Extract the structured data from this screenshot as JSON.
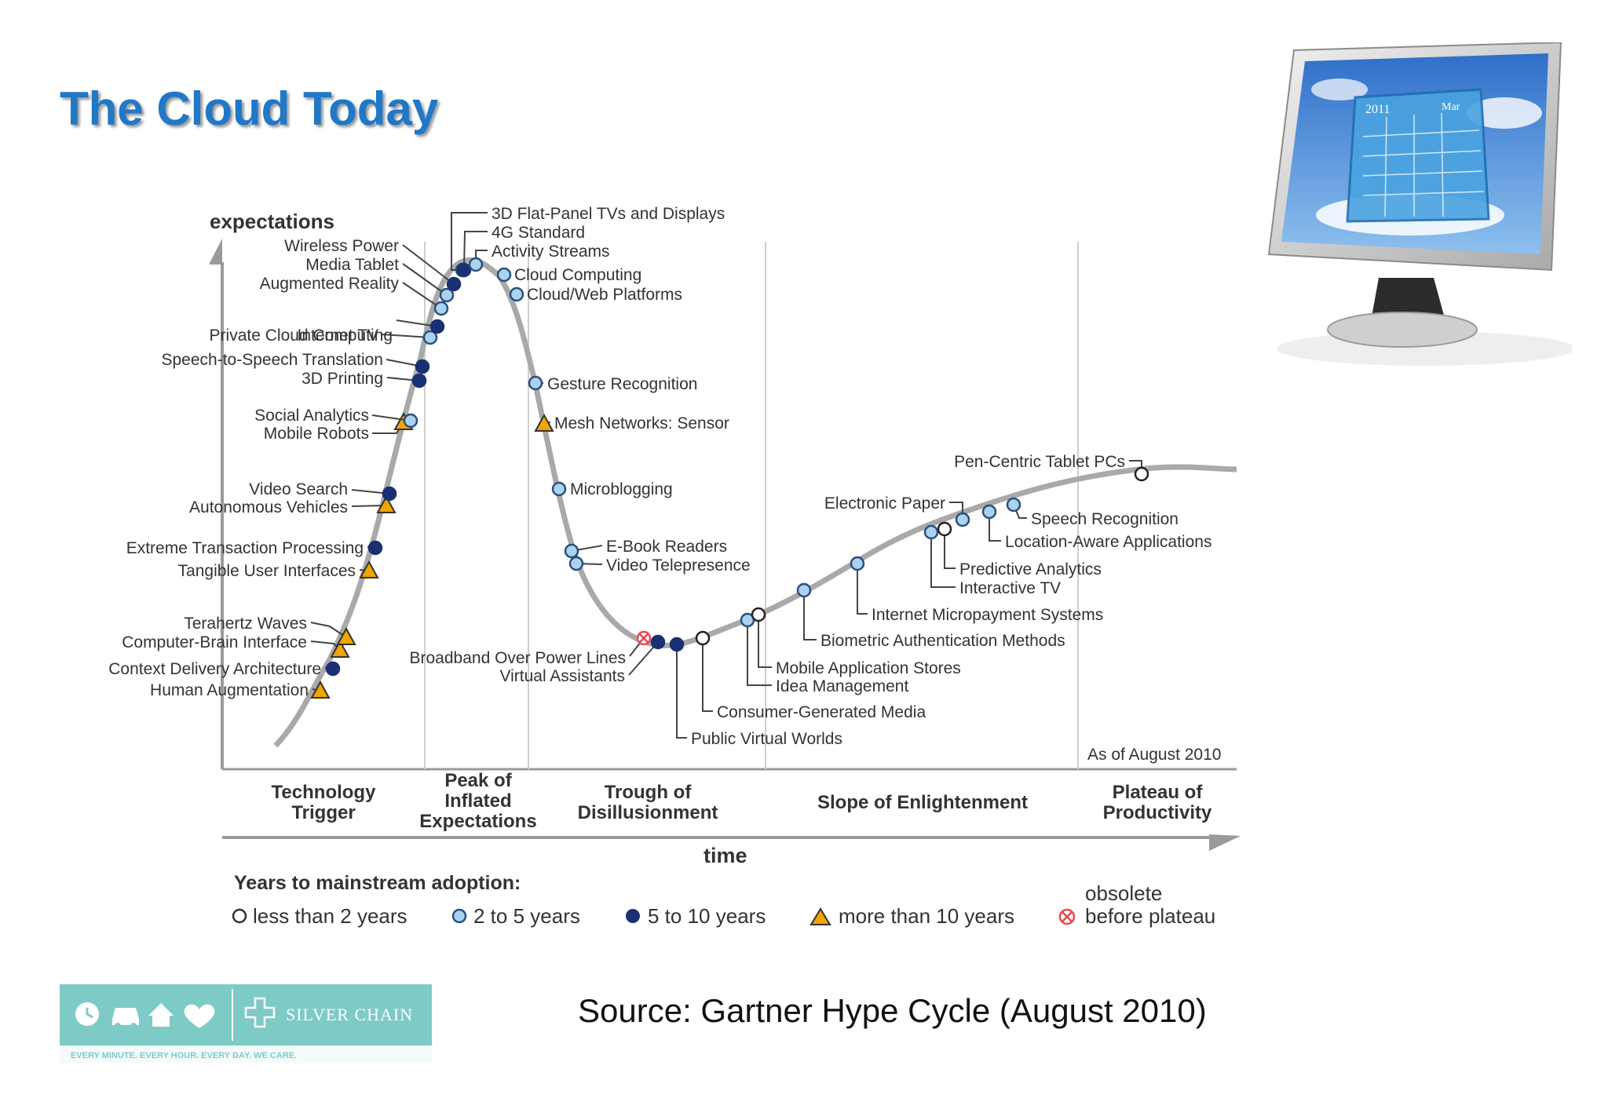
{
  "slide": {
    "title": "The Cloud Today",
    "source": "Source: Gartner Hype Cycle (August 2010)"
  },
  "colors": {
    "title": "#1f78c8",
    "curve": "#a9a9a9",
    "less_than_2": "#ffffff",
    "two_to_five": "#a9d3ee",
    "five_to_ten": "#1b2f73",
    "more_than_10": "#f2a500",
    "obsolete": "#e8474f",
    "logo_bg": "#7ecac6"
  },
  "diagram": {
    "y_axis_label": "expectations",
    "x_axis_label": "time",
    "as_of": "As of August 2010",
    "phases": [
      {
        "line1": "Technology",
        "line2": "Trigger",
        "line3": ""
      },
      {
        "line1": "Peak of",
        "line2": "Inflated",
        "line3": "Expectations"
      },
      {
        "line1": "Trough of",
        "line2": "Disillusionment",
        "line3": ""
      },
      {
        "line1": "Slope of Enlightenment",
        "line2": "",
        "line3": ""
      },
      {
        "line1": "Plateau of",
        "line2": "Productivity",
        "line3": ""
      }
    ],
    "legend": {
      "title": "Years to mainstream adoption:",
      "less_than_2": "less than 2 years",
      "two_to_five": "2 to 5 years",
      "five_to_ten": "5 to 10 years",
      "more_than_10": "more than 10 years",
      "obsolete_line1": "obsolete",
      "obsolete_line2": "before plateau"
    },
    "technologies": [
      {
        "name": "Human Augmentation",
        "category": "more_than_10"
      },
      {
        "name": "Context Delivery Architecture",
        "category": "five_to_ten"
      },
      {
        "name": "Computer-Brain Interface",
        "category": "more_than_10"
      },
      {
        "name": "Terahertz Waves",
        "category": "more_than_10"
      },
      {
        "name": "Tangible User Interfaces",
        "category": "more_than_10"
      },
      {
        "name": "Extreme Transaction Processing",
        "category": "five_to_ten"
      },
      {
        "name": "Autonomous Vehicles",
        "category": "more_than_10"
      },
      {
        "name": "Video Search",
        "category": "five_to_ten"
      },
      {
        "name": "Mobile Robots",
        "category": "more_than_10"
      },
      {
        "name": "Social Analytics",
        "category": "two_to_five"
      },
      {
        "name": "3D Printing",
        "category": "five_to_ten"
      },
      {
        "name": "Speech-to-Speech Translation",
        "category": "five_to_ten"
      },
      {
        "name": "Internet TV",
        "category": "two_to_five"
      },
      {
        "name": "Private Cloud Computing",
        "category": "five_to_ten"
      },
      {
        "name": "Augmented Reality",
        "category": "two_to_five"
      },
      {
        "name": "Media Tablet",
        "category": "two_to_five"
      },
      {
        "name": "Wireless Power",
        "category": "five_to_ten"
      },
      {
        "name": "3D Flat-Panel TVs and Displays",
        "category": "two_to_five"
      },
      {
        "name": "4G Standard",
        "category": "five_to_ten"
      },
      {
        "name": "Activity Streams",
        "category": "two_to_five"
      },
      {
        "name": "Cloud Computing",
        "category": "two_to_five"
      },
      {
        "name": "Cloud/Web Platforms",
        "category": "two_to_five"
      },
      {
        "name": "Gesture Recognition",
        "category": "two_to_five"
      },
      {
        "name": "Mesh Networks: Sensor",
        "category": "more_than_10"
      },
      {
        "name": "Microblogging",
        "category": "two_to_five"
      },
      {
        "name": "E-Book Readers",
        "category": "two_to_five"
      },
      {
        "name": "Video Telepresence",
        "category": "two_to_five"
      },
      {
        "name": "Broadband Over Power Lines",
        "category": "obsolete"
      },
      {
        "name": "Virtual Assistants",
        "category": "five_to_ten"
      },
      {
        "name": "Public Virtual Worlds",
        "category": "five_to_ten"
      },
      {
        "name": "Consumer-Generated Media",
        "category": "less_than_2"
      },
      {
        "name": "Idea Management",
        "category": "two_to_five"
      },
      {
        "name": "Mobile Application Stores",
        "category": "less_than_2"
      },
      {
        "name": "Biometric Authentication Methods",
        "category": "two_to_five"
      },
      {
        "name": "Internet Micropayment Systems",
        "category": "two_to_five"
      },
      {
        "name": "Interactive TV",
        "category": "two_to_five"
      },
      {
        "name": "Predictive Analytics",
        "category": "less_than_2"
      },
      {
        "name": "Electronic Paper",
        "category": "two_to_five"
      },
      {
        "name": "Location-Aware Applications",
        "category": "two_to_five"
      },
      {
        "name": "Speech Recognition",
        "category": "two_to_five"
      },
      {
        "name": "Pen-Centric Tablet PCs",
        "category": "less_than_2"
      }
    ]
  },
  "monitor": {
    "calendar_year": "2011",
    "calendar_month": "Mar"
  },
  "logo": {
    "brand": "SILVER CHAIN",
    "tagline": "EVERY MINUTE. EVERY HOUR. EVERY DAY. WE CARE."
  }
}
